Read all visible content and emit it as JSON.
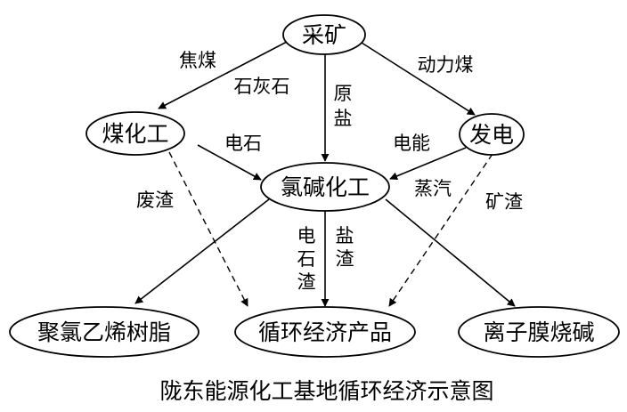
{
  "diagram": {
    "nodes": {
      "mining": "采矿",
      "coal_chem": "煤化工",
      "power": "发电",
      "chlor_alkali": "氯碱化工",
      "pvc": "聚氯乙烯树脂",
      "circular_products": "循环经济产品",
      "membrane_caustic": "离子膜烧碱"
    },
    "edge_labels": {
      "coke_coal": "焦煤",
      "limestone": "石灰石",
      "raw_salt": [
        "原",
        "盐"
      ],
      "power_coal": "动力煤",
      "calcium_carbide": "电石",
      "electricity": "电能",
      "steam": "蒸汽",
      "waste_residue": "废渣",
      "slag": "矿渣",
      "carbide_slag": [
        "电",
        "石",
        "渣"
      ],
      "salt_residue": [
        "盐",
        "渣"
      ]
    },
    "caption": "陇东能源化工基地循环经济示意图"
  }
}
